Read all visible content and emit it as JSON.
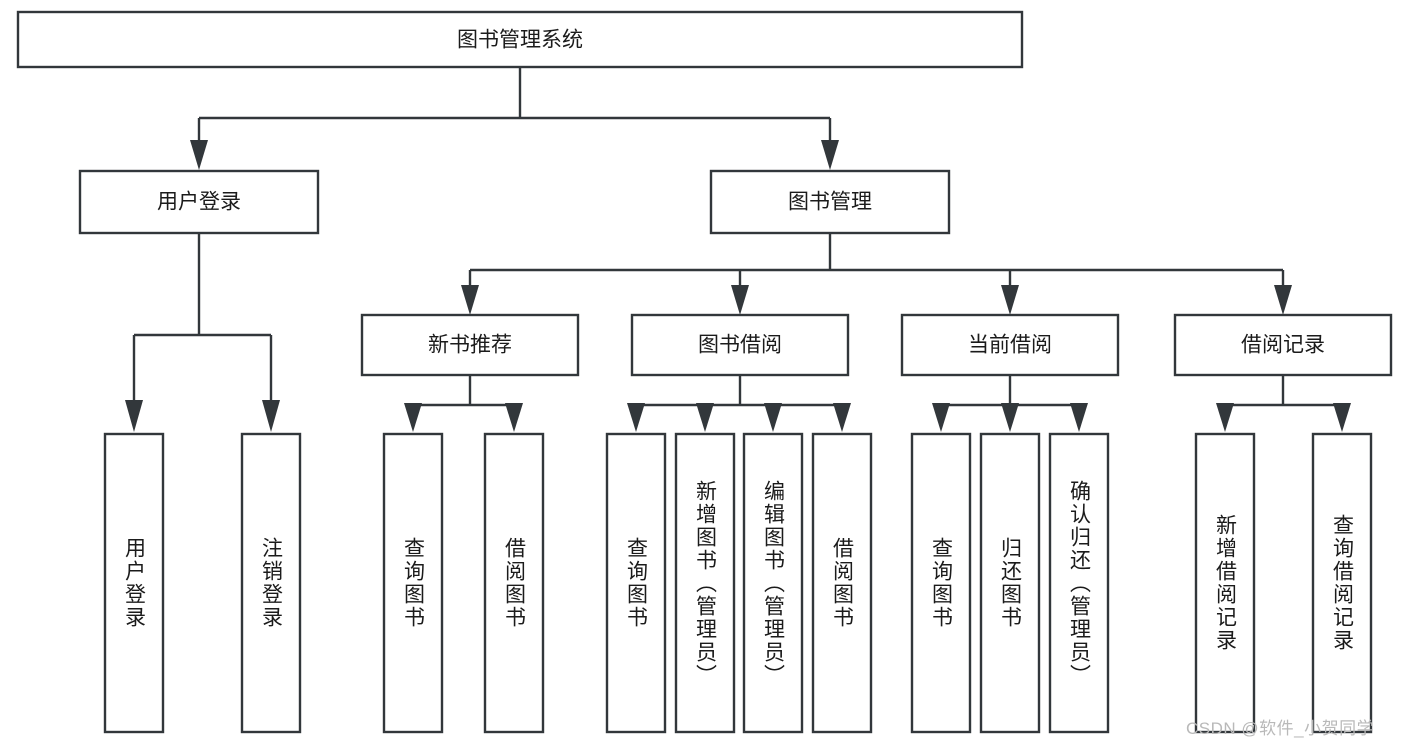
{
  "diagram": {
    "type": "tree-hierarchy-chart",
    "title": "图书管理系统",
    "colors": {
      "stroke": "#32373b",
      "box_fill": "#ffffff",
      "text": "#1b1b1b",
      "background": "#ffffff",
      "watermark": "#b9b9b9"
    },
    "root": {
      "label": "图书管理系统"
    },
    "level2": [
      {
        "label": "用户登录"
      },
      {
        "label": "图书管理"
      }
    ],
    "level3": [
      {
        "label": "新书推荐"
      },
      {
        "label": "图书借阅"
      },
      {
        "label": "当前借阅"
      },
      {
        "label": "借阅记录"
      }
    ],
    "leaves": {
      "user_login": [
        {
          "label": "用户登录"
        },
        {
          "label": "注销登录"
        }
      ],
      "new_book_recommend": [
        {
          "label": "查询图书"
        },
        {
          "label": "借阅图书"
        }
      ],
      "book_borrow": [
        {
          "label": "查询图书"
        },
        {
          "label": "新增图书（管理员）"
        },
        {
          "label": "编辑图书（管理员）"
        },
        {
          "label": "借阅图书"
        }
      ],
      "current_borrow": [
        {
          "label": "查询图书"
        },
        {
          "label": "归还图书"
        },
        {
          "label": "确认归还（管理员）"
        }
      ],
      "borrow_record": [
        {
          "label": "新增借阅记录"
        },
        {
          "label": "查询借阅记录"
        }
      ]
    },
    "watermark": "CSDN @软件_小贺同学"
  }
}
